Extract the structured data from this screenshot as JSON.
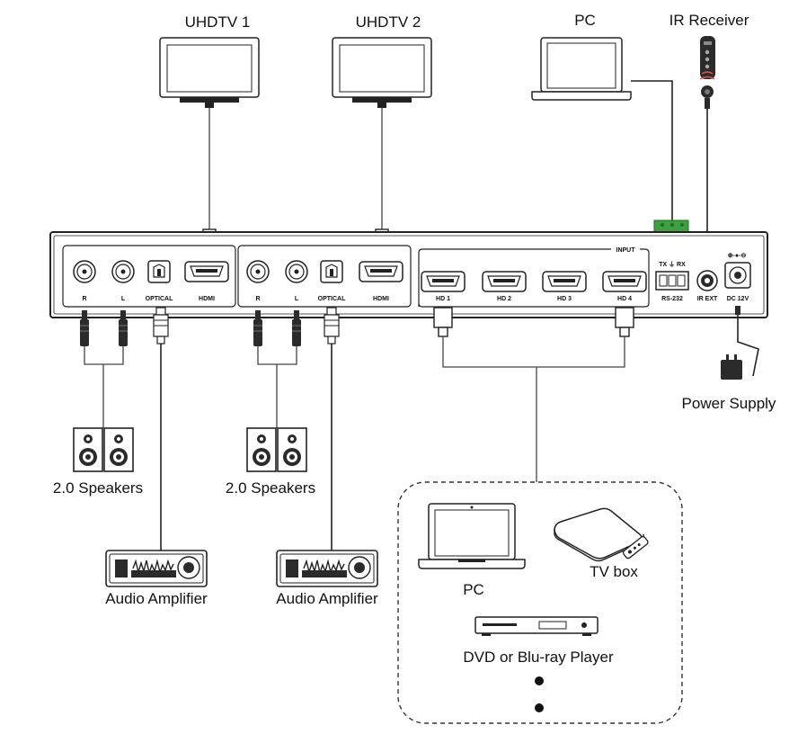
{
  "labels": {
    "uhdtv1": "UHDTV 1",
    "uhdtv2": "UHDTV 2",
    "pc_top": "PC",
    "ir_receiver": "IR Receiver",
    "power_supply": "Power Supply",
    "speakers1": "2.0 Speakers",
    "speakers2": "2.0 Speakers",
    "amp1": "Audio Amplifier",
    "amp2": "Audio Amplifier",
    "pc_source": "PC",
    "tv_box": "TV box",
    "dvd": "DVD or Blu-ray Player"
  },
  "panel": {
    "out1": {
      "r": "R",
      "l": "L",
      "optical": "OPTICAL",
      "hdmi": "HDMI"
    },
    "out2": {
      "r": "R",
      "l": "L",
      "optical": "OPTICAL",
      "hdmi": "HDMI"
    },
    "input_title": "INPUT",
    "inputs": [
      "HD 1",
      "HD 2",
      "HD 3",
      "HD 4"
    ],
    "txrx": "TX ⏚ RX",
    "rs232": "RS-232",
    "irext": "IR EXT",
    "dc": "DC 12V",
    "polarity": "⊕-●-⊖"
  }
}
